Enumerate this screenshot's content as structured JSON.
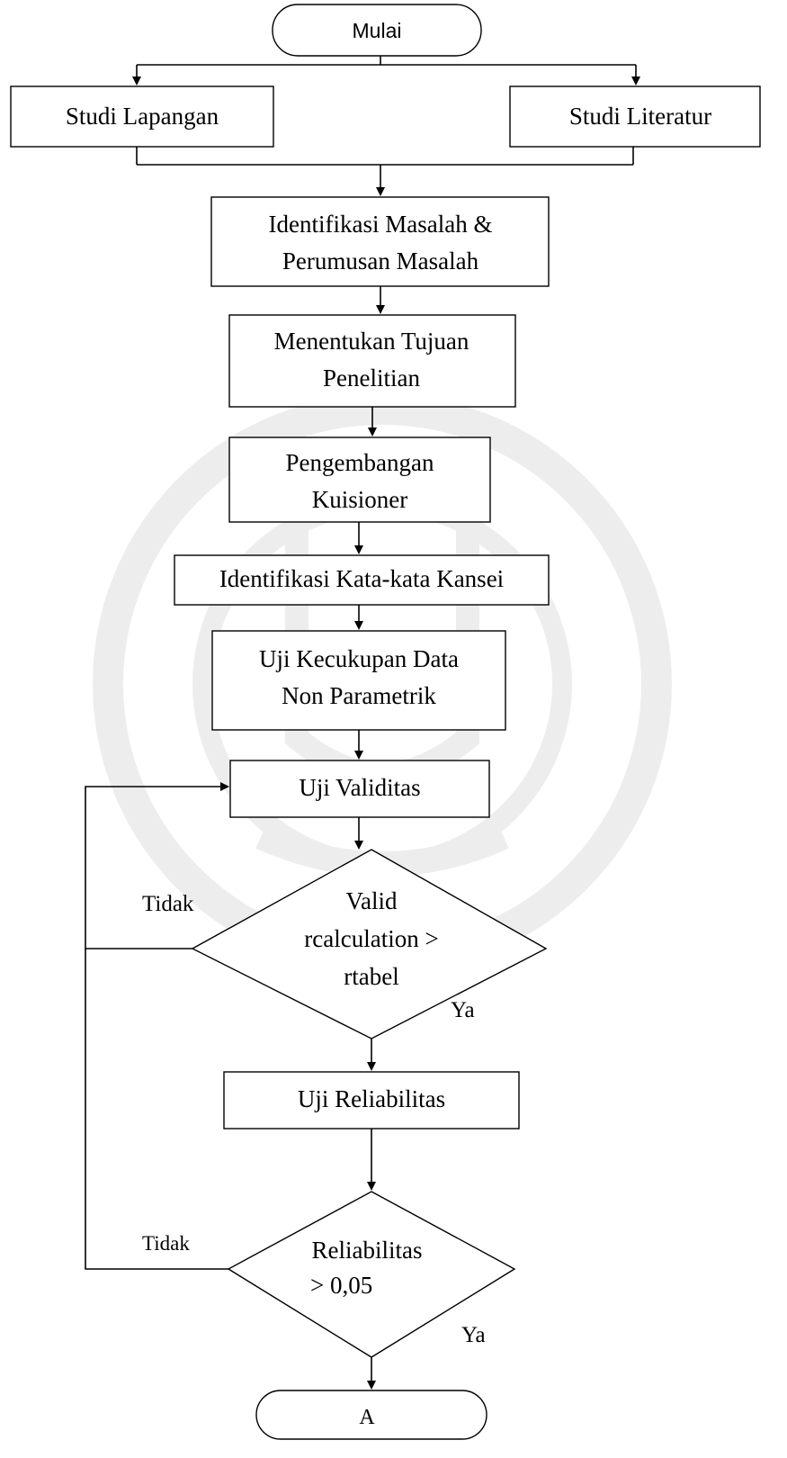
{
  "nodes": {
    "start": "Mulai",
    "studi_lapangan": "Studi Lapangan",
    "studi_literatur": "Studi Literatur",
    "identifikasi": [
      "Identifikasi Masalah &",
      "Perumusan Masalah"
    ],
    "tujuan": [
      "Menentukan Tujuan",
      "Penelitian"
    ],
    "kuisioner": [
      "Pengembangan",
      "Kuisioner"
    ],
    "kansei": "Identifikasi Kata-kata Kansei",
    "kecukupan": [
      "Uji Kecukupan Data",
      "Non Parametrik"
    ],
    "validitas": "Uji Validitas",
    "decision_valid": [
      "Valid",
      "rcalculation >",
      "rtabel"
    ],
    "reliabilitas": "Uji Reliabilitas",
    "decision_reliabilitas": [
      "Reliabilitas",
      "> 0,05"
    ],
    "end": "A"
  },
  "edge_labels": {
    "valid_no": "Tidak",
    "valid_yes": "Ya",
    "reliabilitas_no": "Tidak",
    "reliabilitas_yes": "Ya"
  },
  "colors": {
    "stroke": "#000000",
    "fill": "#ffffff",
    "watermark": "#ededed"
  }
}
